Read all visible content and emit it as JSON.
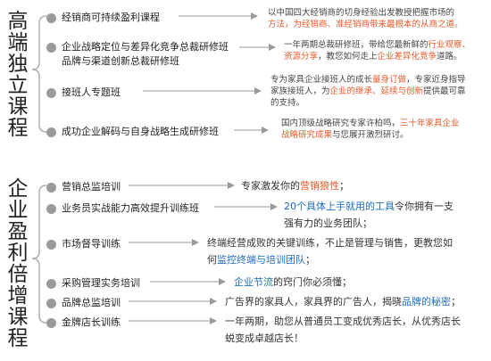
{
  "section1": {
    "title": [
      "高",
      "端",
      "独",
      "立",
      "课",
      "程"
    ],
    "items": [
      {
        "label": "经销商可持续盈利课程"
      },
      {
        "label": "企业战略定位与差异化竞争总裁研修班"
      },
      {
        "label": "品牌与渠道创新总裁研修班"
      },
      {
        "label": "接班人专题班"
      },
      {
        "label": "成功企业解码与自身战略生成研修班"
      }
    ],
    "descs": [
      {
        "line1": "以中国四大经销商的切身经验出发教授把握市场的",
        "line2a": "方法，",
        "line2b": "为经销商、准经销商带来最根本的从商之道。"
      },
      {
        "a": "一年两期总裁研修班，带给您最新鲜的",
        "b": "行业观察、",
        "c": "资源分享",
        "d": "，教您如何走上",
        "e": "企业差异化竞争",
        "f": "道路。"
      },
      {
        "a": "专为家具企业接班人的成长",
        "b": "量身订做",
        "c": "，专家近身指导",
        "d": "家族接班人，为",
        "e": "企业的继承、延续与创新",
        "f": "提供最可靠",
        "g": "的支持。"
      },
      {
        "a": "国内顶级战略研究专家许柏鸣，",
        "b": "三十年家具企业",
        "c": "战略研究成果",
        "d": "与您展开激烈研讨。"
      }
    ]
  },
  "section2": {
    "title": [
      "企",
      "业",
      "盈",
      "利",
      "倍",
      "增",
      "课",
      "程"
    ],
    "items": [
      {
        "label": "营销总监培训"
      },
      {
        "label": "业务员实战能力高效提升训练班"
      },
      {
        "label": "市场督导训练"
      },
      {
        "label": "采购管理实务培训"
      },
      {
        "label": "品牌总监培训"
      },
      {
        "label": "金牌店长训练"
      }
    ],
    "descs": [
      {
        "a": "专家激发你的",
        "b": "营销狼性",
        "c": "；"
      },
      {
        "a": "20个具体上手就用的工具",
        "b": "令你拥有一支",
        "c": "强有力的业务团队；"
      },
      {
        "a": "终端经营成败的关键训练，不止是管理与销售，更教您如",
        "b": "何",
        "c": "监控终端与培训团队",
        "d": "；"
      },
      {
        "a": "企业节流",
        "b": "的窍门你必须懂；"
      },
      {
        "a": "广告界的家具人，家具界的广告人，揭晓",
        "b": "品牌的秘密",
        "c": "；"
      },
      {
        "a": "一年两期，助您从普通员工变成优秀店长，从优秀店长",
        "b": "蜕变成卓越店长！"
      }
    ]
  },
  "colors": {
    "accent_orange": "#e65a2a",
    "accent_blue": "#1d6cc4",
    "line_gray": "#b0b0b0",
    "bullet_gray": "#9a9a9a"
  }
}
